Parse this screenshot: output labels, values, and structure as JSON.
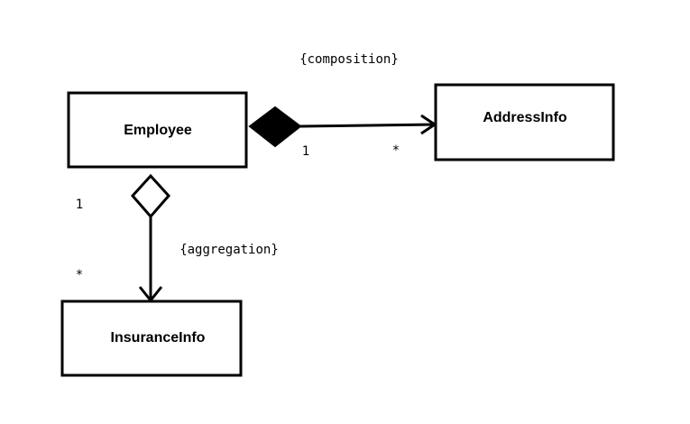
{
  "classes": {
    "employee": "Employee",
    "address_info": "AddressInfo",
    "insurance_info": "InsuranceInfo"
  },
  "relationships": {
    "composition": {
      "label": "{composition}",
      "source_multiplicity": "1",
      "target_multiplicity": "*"
    },
    "aggregation": {
      "label": "{aggregation}",
      "source_multiplicity": "1",
      "target_multiplicity": "*"
    }
  },
  "colors": {
    "line": "#000000",
    "background": "#ffffff"
  }
}
